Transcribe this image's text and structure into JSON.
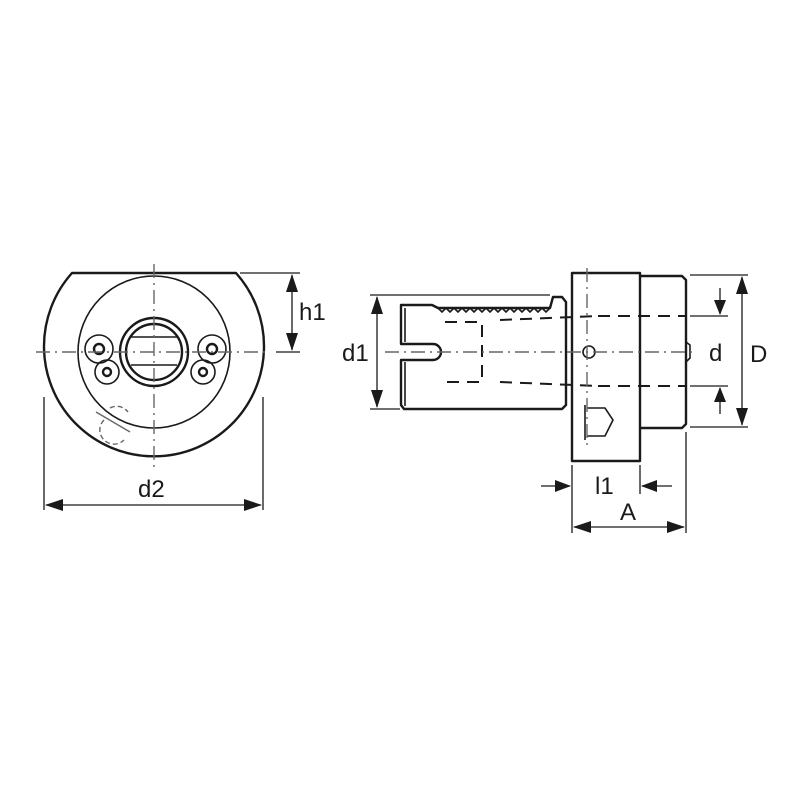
{
  "drawing": {
    "type": "technical-drawing",
    "views": [
      "front-view",
      "side-view"
    ],
    "dimension_labels": {
      "h1": "h1",
      "d2": "d2",
      "d1": "d1",
      "d": "d",
      "D": "D",
      "l1": "l1",
      "A": "A"
    },
    "colors": {
      "line": "#1a1a1a",
      "centerline": "#666666",
      "background": "#ffffff"
    }
  }
}
